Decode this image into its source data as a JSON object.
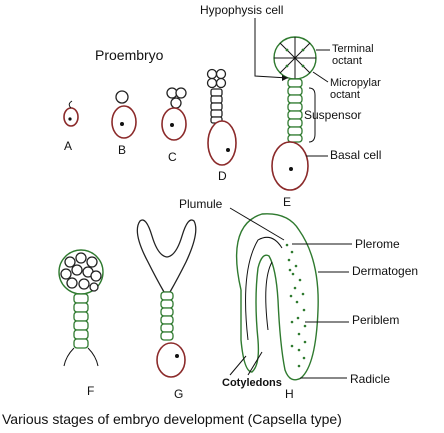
{
  "title": "Proembryo",
  "caption": "Various stages of embryo development (Capsella type)",
  "stage_letters": [
    "A",
    "B",
    "C",
    "D",
    "E",
    "F",
    "G",
    "H"
  ],
  "labels": {
    "hypophysis_cell": "Hypophysis cell",
    "terminal_octant": "Terminal octant",
    "micropylar_octant": "Micropylar octant",
    "suspensor": "Suspensor",
    "basal_cell": "Basal cell",
    "plumule": "Plumule",
    "plerome": "Plerome",
    "dermatogen": "Dermatogen",
    "periblem": "Periblem",
    "cotyledons": "Cotyledons",
    "radicle": "Radicle"
  },
  "colors": {
    "basal_cell_outline": "#8b2a2a",
    "suspensor_green": "#2f7a2f",
    "line": "#222222"
  }
}
